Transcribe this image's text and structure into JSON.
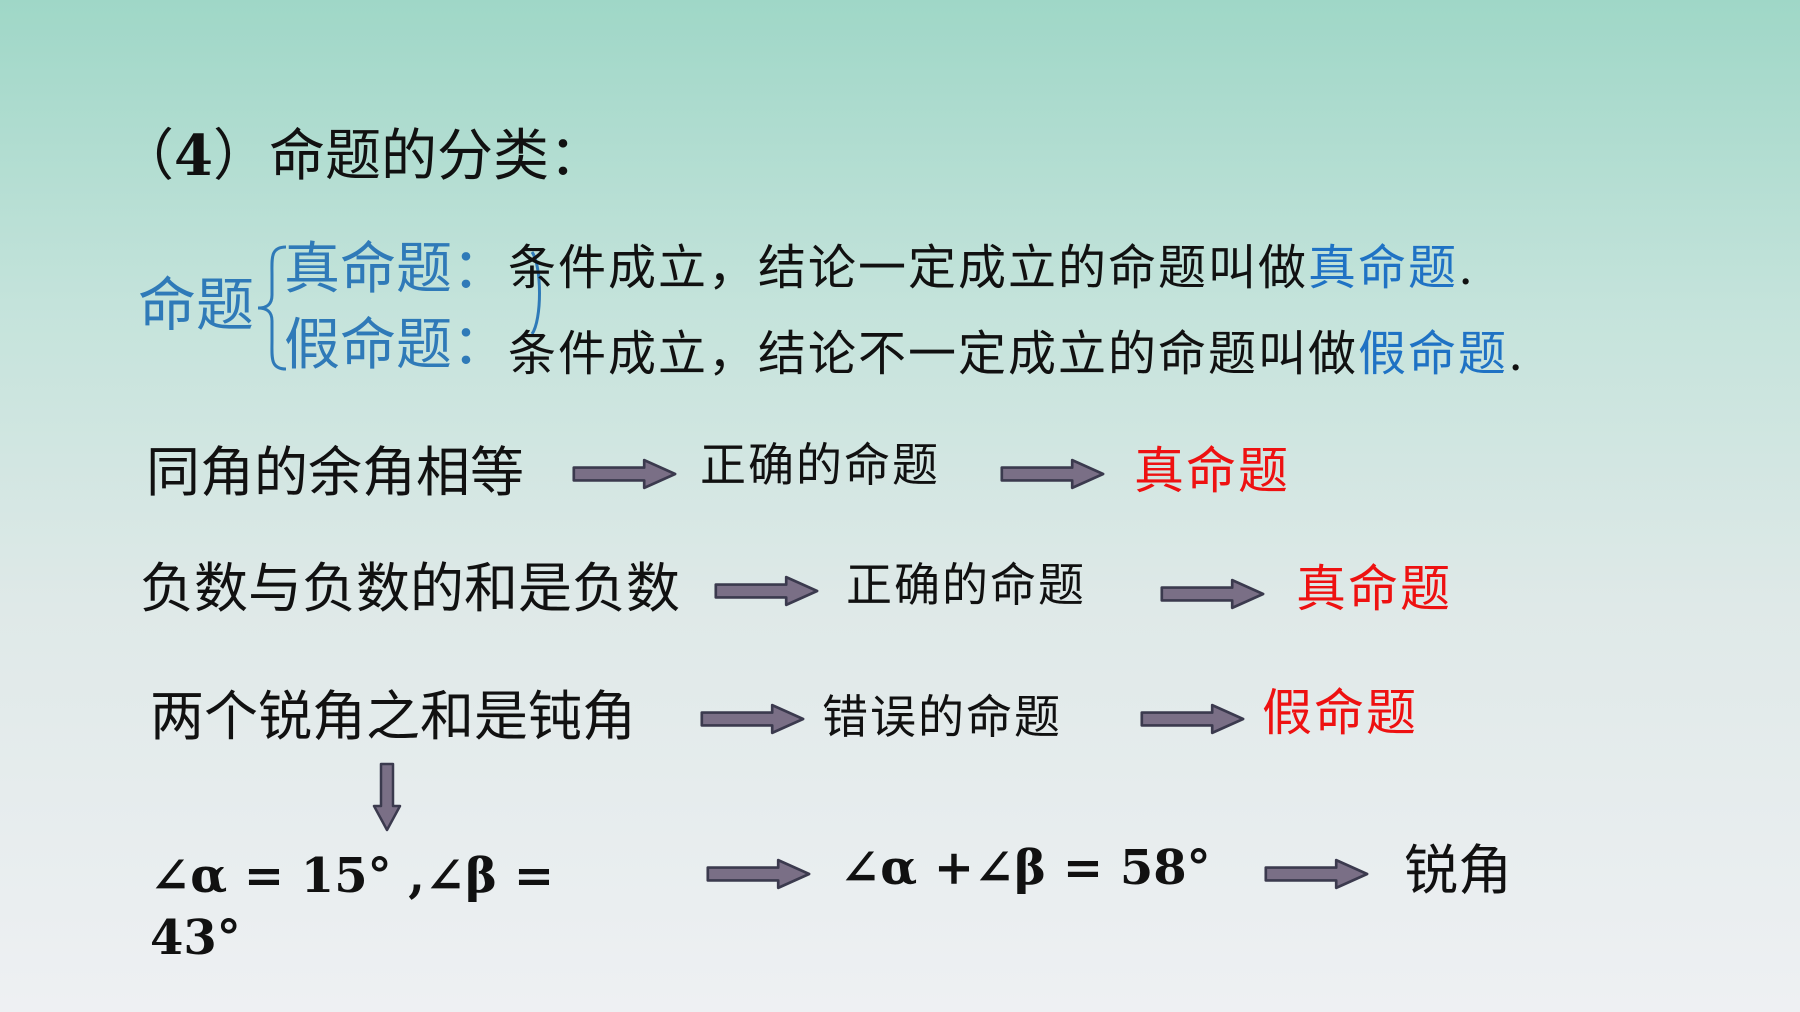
{
  "heading": {
    "paren_open": "（",
    "number": "4",
    "paren_close": "）",
    "text": "命题的分类："
  },
  "classification": {
    "label": "命题",
    "true_term": "真命题：",
    "true_def": "条件成立，结论一定成立的命题叫做",
    "true_def_term": "真命题",
    "false_term": "假命题：",
    "false_def": "条件成立，结论不一定成立的命题叫做",
    "false_def_term": "假命题",
    "period": "."
  },
  "examples": [
    {
      "statement": "同角的余角相等",
      "judgement": "正确的命题",
      "result": "真命题"
    },
    {
      "statement": "负数与负数的和是负数",
      "judgement": "正确的命题",
      "result": "真命题"
    },
    {
      "statement": "两个锐角之和是钝角",
      "judgement": "错误的命题",
      "result": "假命题"
    }
  ],
  "counterexample": {
    "left_line1": "∠α = 15° ,∠β =",
    "left_line2": "43°",
    "sum": "∠α +∠β = 58°",
    "conclusion": "锐角"
  },
  "colors": {
    "blue_term": "#2f7ab8",
    "blue_highlight": "#1f72c4",
    "red_result": "#ee1111",
    "arrow_fill": "#7a6f86",
    "arrow_stroke": "#3b3a4e"
  }
}
